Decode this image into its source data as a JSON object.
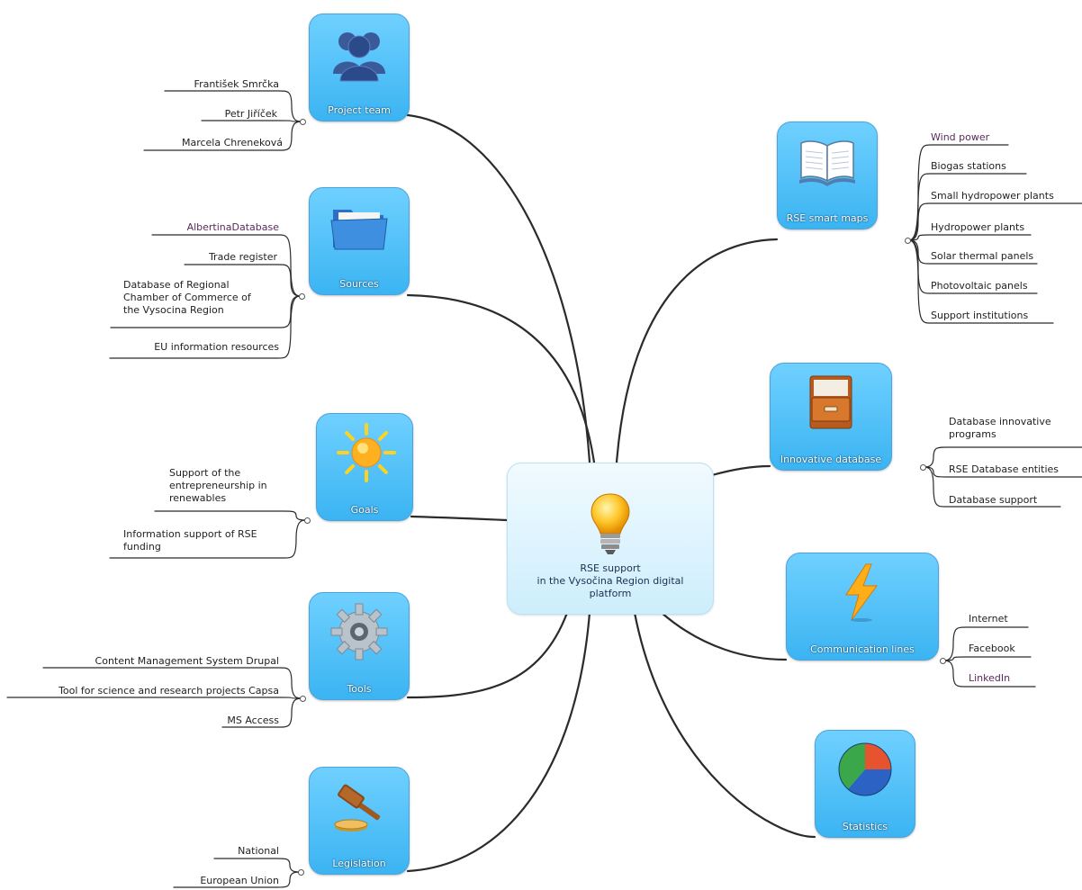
{
  "central": {
    "title": "RSE support\nin the Vysočina Region digital\nplatform",
    "icon": "lightbulb-icon"
  },
  "branches": [
    {
      "key": "team",
      "label": "Project team",
      "icon": "people-icon",
      "leaves": [
        "František Smrčka",
        "Petr Jiříček",
        "Marcela Chreneková"
      ]
    },
    {
      "key": "sources",
      "label": "Sources",
      "icon": "folder-icon",
      "leaves": [
        "AlbertinaDatabase",
        "Trade register",
        "Database of Regional\nChamber of Commerce of\nthe Vysocina Region",
        "EU information resources"
      ]
    },
    {
      "key": "goals",
      "label": "Goals",
      "icon": "sun-icon",
      "leaves": [
        "Support of the\nentrepreneurship in\nrenewables",
        "Information support of RSE\nfunding"
      ]
    },
    {
      "key": "tools",
      "label": "Tools",
      "icon": "gear-icon",
      "leaves": [
        "Content Management System Drupal",
        "Tool for science and research projects Capsa",
        "MS Access"
      ]
    },
    {
      "key": "legis",
      "label": "Legislation",
      "icon": "gavel-icon",
      "leaves": [
        "National",
        "European Union"
      ]
    },
    {
      "key": "maps",
      "label": "RSE smart maps",
      "icon": "book-icon",
      "leaves": [
        "Wind power",
        "Biogas stations",
        "Small hydropower plants",
        "Hydropower plants",
        "Solar thermal panels",
        "Photovoltaic panels",
        "Support institutions"
      ]
    },
    {
      "key": "innov",
      "label": "Innovative database",
      "icon": "cabinet-icon",
      "leaves": [
        "Database innovative\nprograms",
        "RSE Database entities",
        "Database support"
      ]
    },
    {
      "key": "comm",
      "label": "Communication lines",
      "icon": "lightning-icon",
      "leaves": [
        "Internet",
        "Facebook",
        "LinkedIn"
      ]
    },
    {
      "key": "stats",
      "label": "Statistics",
      "icon": "pie-chart-icon",
      "leaves": []
    }
  ],
  "colors": {
    "topic_fill": "#3bb4f2",
    "topic_border": "#4aa3df",
    "connector": "#2b2b2b",
    "central_fill": "#dff4fd"
  }
}
